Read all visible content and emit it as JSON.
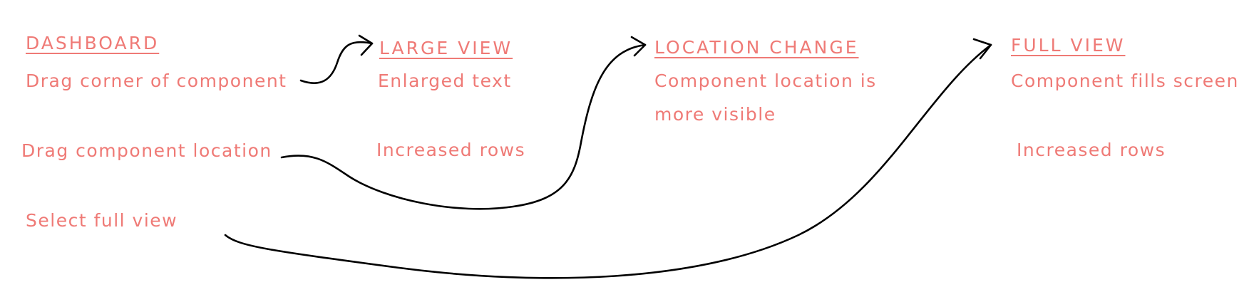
{
  "colors": {
    "text": "#ef7a76",
    "arrow": "#000000",
    "background": "#ffffff"
  },
  "columns": {
    "dashboard": {
      "heading": "DASHBOARD",
      "items": [
        "Drag corner of component",
        "Drag component location",
        "Select full view"
      ]
    },
    "large_view": {
      "heading": "LARGE VIEW",
      "items": [
        "Enlarged text",
        "Increased rows"
      ]
    },
    "location_change": {
      "heading": "LOCATION CHANGE",
      "items": [
        "Component location is",
        "more visible"
      ]
    },
    "full_view": {
      "heading": "FULL VIEW",
      "items": [
        "Component fills screen",
        "Increased rows"
      ]
    }
  },
  "arrows": [
    {
      "from": "Drag corner of component",
      "to": "LARGE VIEW"
    },
    {
      "from": "Drag component location",
      "to": "LOCATION CHANGE"
    },
    {
      "from": "Select full view",
      "to": "FULL VIEW"
    }
  ]
}
